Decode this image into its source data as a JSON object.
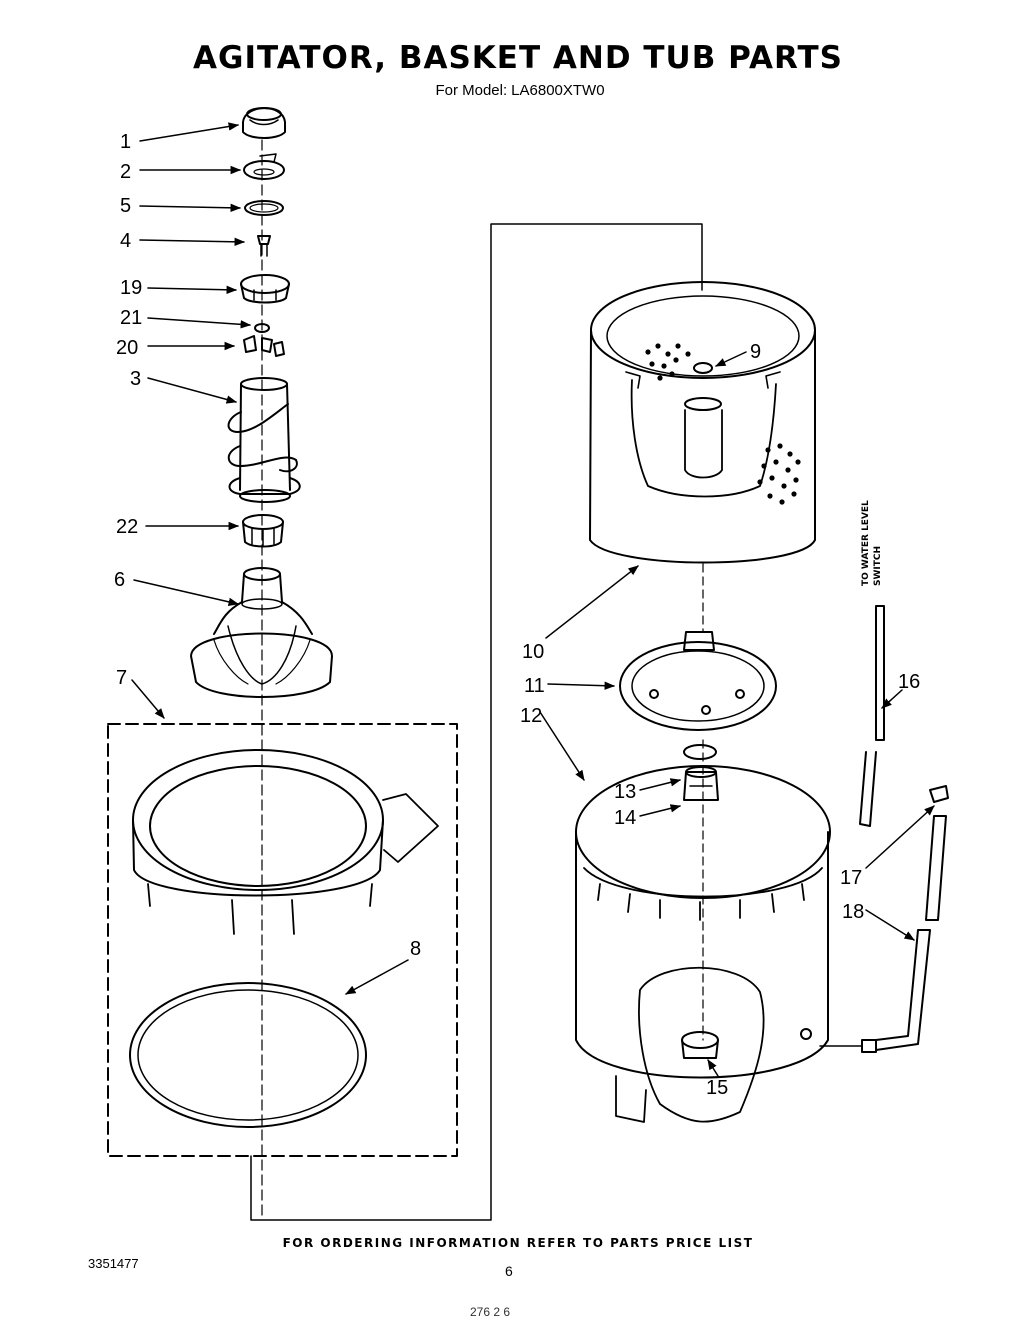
{
  "title": "AGITATOR, BASKET AND TUB PARTS",
  "subtitle_prefix": "For Model:",
  "model": "LA6800XTW0",
  "footer_note": "FOR ORDERING INFORMATION REFER TO PARTS PRICE LIST",
  "document_number": "3351477",
  "page_number": "6",
  "bottom_scrap": "276 2 6",
  "side_label_line1": "TO WATER LEVEL",
  "side_label_line2": "SWITCH",
  "callouts": [
    "1",
    "2",
    "5",
    "4",
    "19",
    "21",
    "20",
    "3",
    "22",
    "6",
    "7",
    "8",
    "9",
    "10",
    "11",
    "12",
    "13",
    "14",
    "15",
    "16",
    "17",
    "18"
  ]
}
